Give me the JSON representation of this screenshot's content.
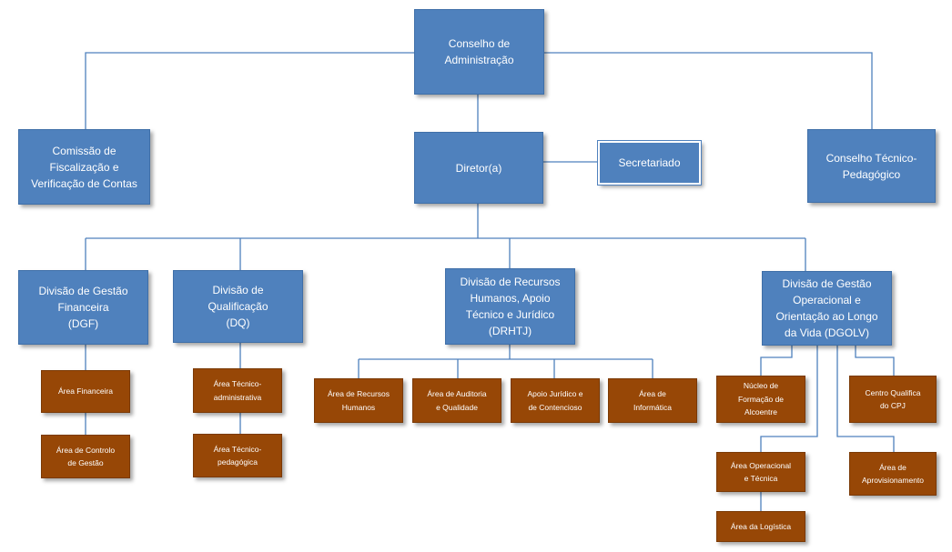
{
  "org": {
    "conselho_admin": "Conselho de\nAdministração",
    "comissao": "Comissão de\nFiscalização e\nVerificação de Contas",
    "diretor": "Diretor(a)",
    "secretariado": "Secretariado",
    "conselho_tecnico": "Conselho Técnico-\nPedagógico",
    "dgf": "Divisão de Gestão\nFinanceira\n(DGF)",
    "dq": "Divisão de\nQualificação\n(DQ)",
    "drhtj": "Divisão de Recursos\nHumanos, Apoio\nTécnico e Jurídico\n(DRHTJ)",
    "dgolv": "Divisão de Gestão\nOperacional e\nOrientação ao Longo\nda Vida (DGOLV)",
    "area_financeira": "Área Financeira",
    "area_controlo": "Área de Controlo\nde Gestão",
    "area_tec_admin": "Área Técnico-\nadministrativa",
    "area_tec_ped": "Área Técnico-\npedagógica",
    "area_rh": "Área de Recursos\nHumanos",
    "area_auditoria": "Área de Auditoria\ne Qualidade",
    "apoio_juridico": "Apoio Jurídico e\nde Contencioso",
    "area_informatica": "Área de\nInformática",
    "nucleo": "Núcleo de\nFormação de\nAlcoentre",
    "centro_cpj": "Centro Qualifica\ndo CPJ",
    "area_operacional": "Área Operacional\ne Técnica",
    "area_aprov": "Área de\nAprovisionamento",
    "area_logistica": "Área da Logística"
  },
  "colors": {
    "blue_fill": "#4f81bd",
    "brown_fill": "#974706",
    "connector": "#4f81bd"
  }
}
